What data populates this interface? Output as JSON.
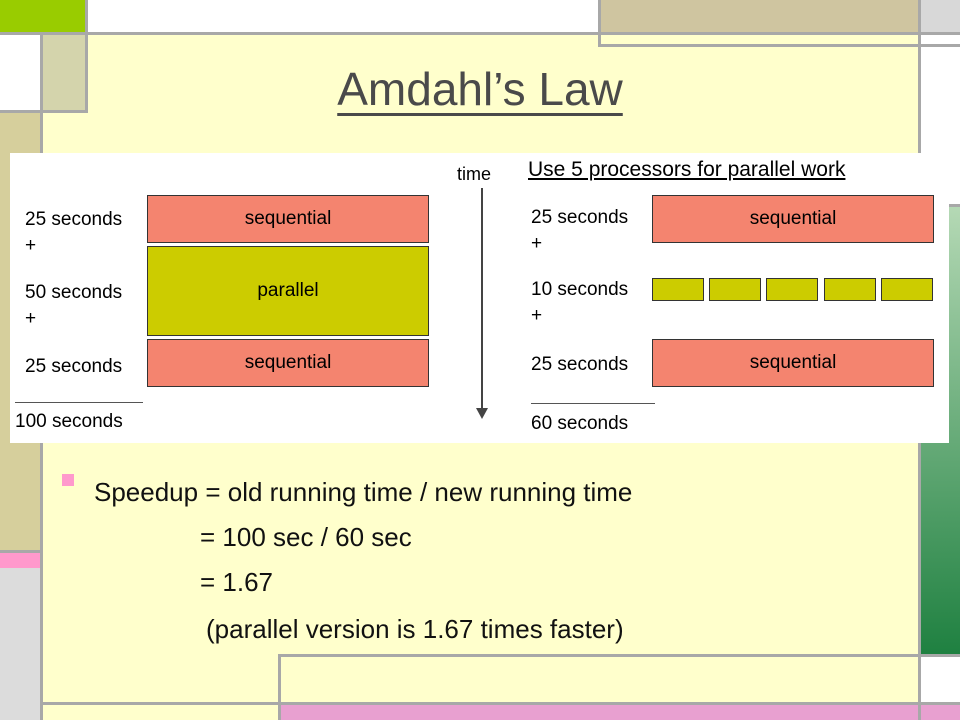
{
  "slide": {
    "title": "Amdahl’s Law",
    "colors": {
      "background": "#ffffcc",
      "green": "#99cc00",
      "pink": "#ff99cc",
      "sequential": "#f4846f",
      "parallel": "#cccc00"
    }
  },
  "diagram": {
    "time_label": "time",
    "left": {
      "rows": [
        {
          "label": "25 seconds",
          "plus": "+",
          "block": "sequential"
        },
        {
          "label": "50 seconds",
          "plus": "+",
          "block": "parallel"
        },
        {
          "label": "25 seconds",
          "block": "sequential"
        }
      ],
      "total": "100 seconds"
    },
    "right": {
      "heading": "Use 5 processors for parallel work",
      "rows": [
        {
          "label": "25 seconds",
          "plus": "+",
          "block": "sequential"
        },
        {
          "label": "10 seconds",
          "plus": "+",
          "parallel_blocks": 5
        },
        {
          "label": "25 seconds",
          "block": "sequential"
        }
      ],
      "total": "60 seconds"
    }
  },
  "body": {
    "line1": "Speedup = old running time / new running time",
    "line2": "= 100 sec / 60 sec",
    "line3": "= 1.67",
    "line4": "(parallel version is 1.67 times faster)"
  }
}
